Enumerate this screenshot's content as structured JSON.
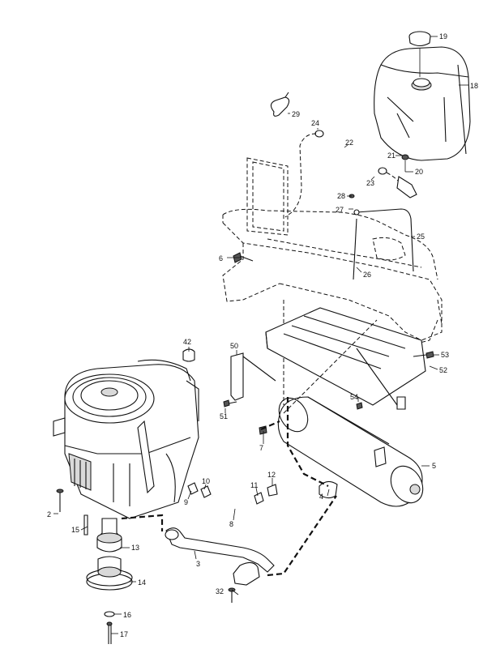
{
  "callouts": [
    "2",
    "3",
    "4",
    "5",
    "6",
    "7",
    "8",
    "9",
    "10",
    "11",
    "12",
    "13",
    "14",
    "15",
    "16",
    "17",
    "18",
    "19",
    "20",
    "21",
    "22",
    "23",
    "24",
    "25",
    "26",
    "27",
    "28",
    "29",
    "32",
    "42",
    "50",
    "51",
    "52",
    "53",
    "54"
  ],
  "colors": {
    "line": "#111111",
    "shade": "#d9d9d9",
    "background": "#ffffff"
  }
}
